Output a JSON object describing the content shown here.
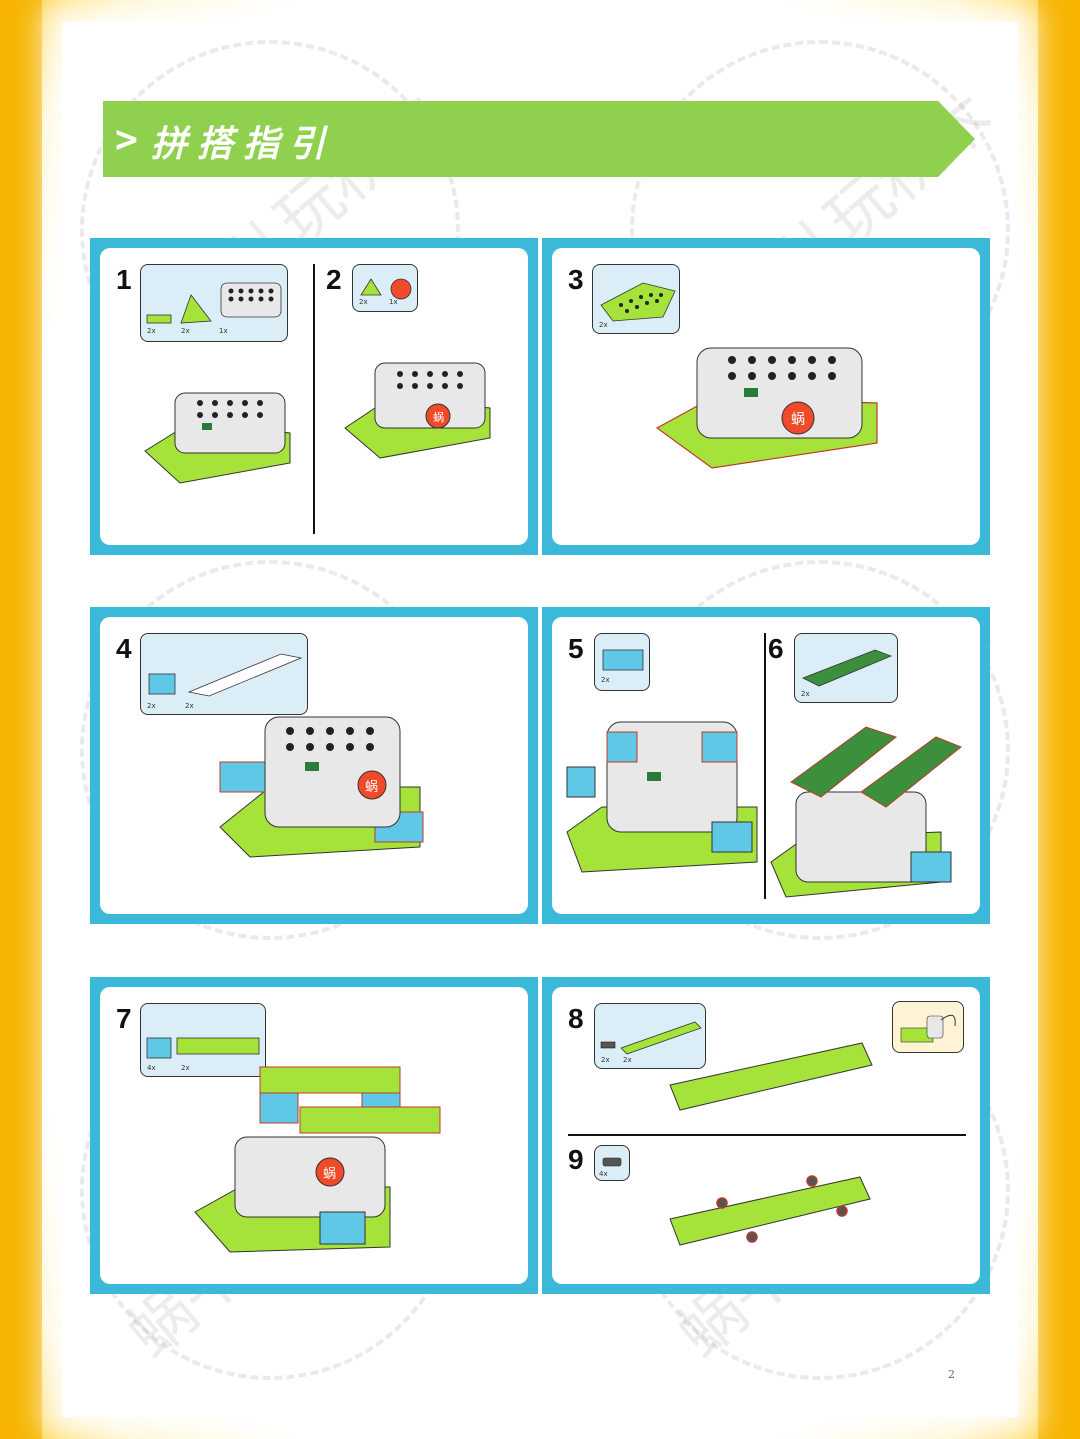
{
  "header": {
    "title": "拼搭指引"
  },
  "watermark": {
    "text": "蜗牛儿玩积木"
  },
  "steps": [
    {
      "number": "1",
      "parts": [
        "2x",
        "2x",
        "1x"
      ]
    },
    {
      "number": "2",
      "parts": [
        "2x",
        "1x"
      ]
    },
    {
      "number": "3",
      "parts": [
        "2x"
      ]
    },
    {
      "number": "4",
      "parts": [
        "2x",
        "2x"
      ]
    },
    {
      "number": "5",
      "parts": [
        "2x"
      ]
    },
    {
      "number": "6",
      "parts": [
        "2x"
      ]
    },
    {
      "number": "7",
      "parts": [
        "4x",
        "2x"
      ]
    },
    {
      "number": "8",
      "parts": [
        "2x",
        "2x"
      ]
    },
    {
      "number": "9",
      "parts": [
        "4x"
      ]
    }
  ],
  "hub_logo_text": "蜗",
  "page_number": "2",
  "colors": {
    "frame": "#f7b500",
    "banner": "#8fd14f",
    "panel_border": "#3bb9d9",
    "brick_lime": "#a5e23a",
    "brick_blue": "#5fc8e6",
    "brick_green": "#3c8f3c",
    "hub_white": "#e8e8e8",
    "logo_red": "#f04a2a"
  }
}
